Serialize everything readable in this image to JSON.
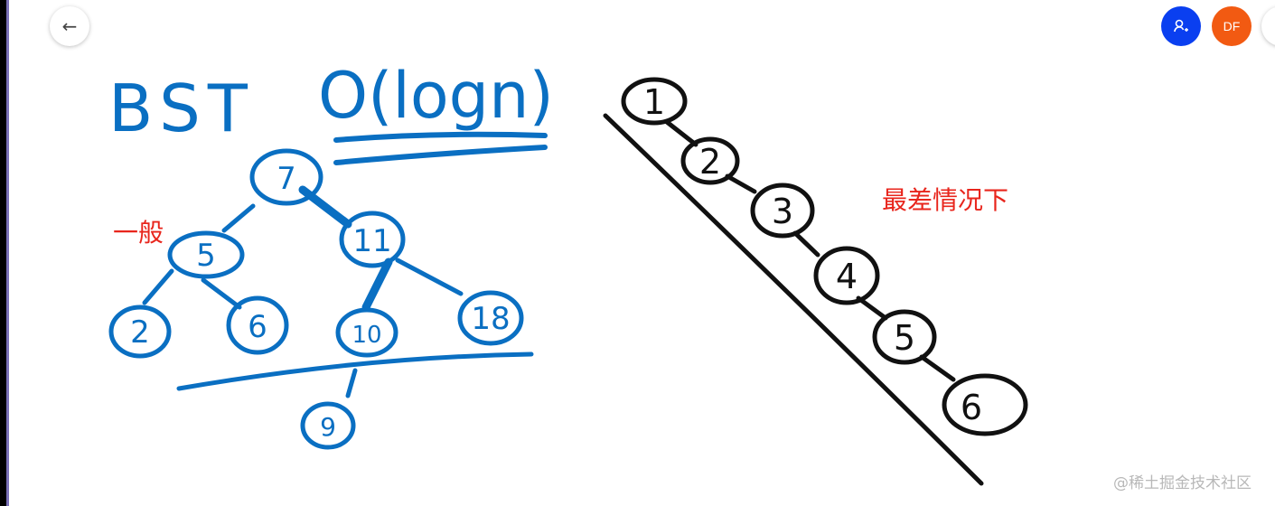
{
  "toolbar": {
    "back_icon": "arrow-left-icon"
  },
  "participants": [
    {
      "icon": "user-add-icon",
      "color": "#0a3ff0"
    },
    {
      "initials": "DF",
      "color": "#f25a12"
    }
  ],
  "board": {
    "title": "BST",
    "complexity": "O(logn)",
    "general_label": "一般",
    "worst_label": "最差情况下",
    "balanced_tree_nodes": [
      "7",
      "11",
      "5",
      "2",
      "6",
      "10",
      "18",
      "9"
    ],
    "worst_chain_nodes": [
      "1",
      "2",
      "3",
      "4",
      "5",
      "6"
    ],
    "colors": {
      "blue_ink": "#0a6fc2",
      "black_ink": "#111111",
      "red_text": "#e8251c"
    }
  },
  "watermark": "@稀土掘金技术社区"
}
